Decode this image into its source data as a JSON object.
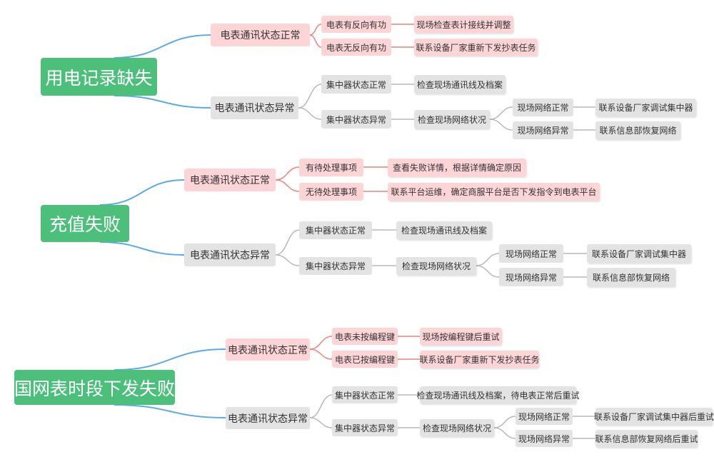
{
  "colors": {
    "root_bg": "#4cbf7b",
    "normal_branch_bg": "#fdd5d6",
    "abnormal_branch_bg": "#e3e3e3",
    "root_link": "#5aaae8",
    "pink_link": "#f47f7f",
    "gray_link": "#b8b8b8"
  },
  "m1": {
    "root": "用电记录缺失",
    "normal": "电表通讯状态正常",
    "n_a": "电表有反向有功",
    "n_a_action": "现场检查表计接线并调整",
    "n_b": "电表无反向有功",
    "n_b_action": "联系设备厂家重新下发抄表任务",
    "abnormal": "电表通讯状态异常",
    "ab_a": "集中器状态正常",
    "ab_a_action": "检查现场通讯线及档案",
    "ab_b": "集中器状态异常",
    "ab_b_action": "检查现场网络状况",
    "net_ok": "现场网络正常",
    "net_ok_action": "联系设备厂家调试集中器",
    "net_bad": "现场网络异常",
    "net_bad_action": "联系信息部恢复网络"
  },
  "m2": {
    "root": "充值失败",
    "normal": "电表通讯状态正常",
    "n_a": "有待处理事项",
    "n_a_action": "查看失败详情，根据详情确定原因",
    "n_b": "无待处理事项",
    "n_b_action": "联系平台运维，确定商服平台是否下发指令到电表平台",
    "abnormal": "电表通讯状态异常",
    "ab_a": "集中器状态正常",
    "ab_a_action": "检查现场通讯线及档案",
    "ab_b": "集中器状态异常",
    "ab_b_action": "检查现场网络状况",
    "net_ok": "现场网络正常",
    "net_ok_action": "联系设备厂家调试集中器",
    "net_bad": "现场网络异常",
    "net_bad_action": "联系信息部恢复网络"
  },
  "m3": {
    "root": "国网表时段下发失败",
    "normal": "电表通讯状态正常",
    "n_a": "电表未按编程键",
    "n_a_action": "现场按编程键后重试",
    "n_b": "电表已按编程键",
    "n_b_action": "联系设备厂家重新下发抄表任务",
    "abnormal": "电表通讯状态异常",
    "ab_a": "集中器状态正常",
    "ab_a_action": "检查现场通讯线及档案，待电表正常后重试",
    "ab_b": "集中器状态异常",
    "ab_b_action": "检查现场网络状况",
    "net_ok": "现场网络正常",
    "net_ok_action": "联系设备厂家调试集中器后重试",
    "net_bad": "现场网络异常",
    "net_bad_action": "联系信息部恢复网络后重试"
  }
}
